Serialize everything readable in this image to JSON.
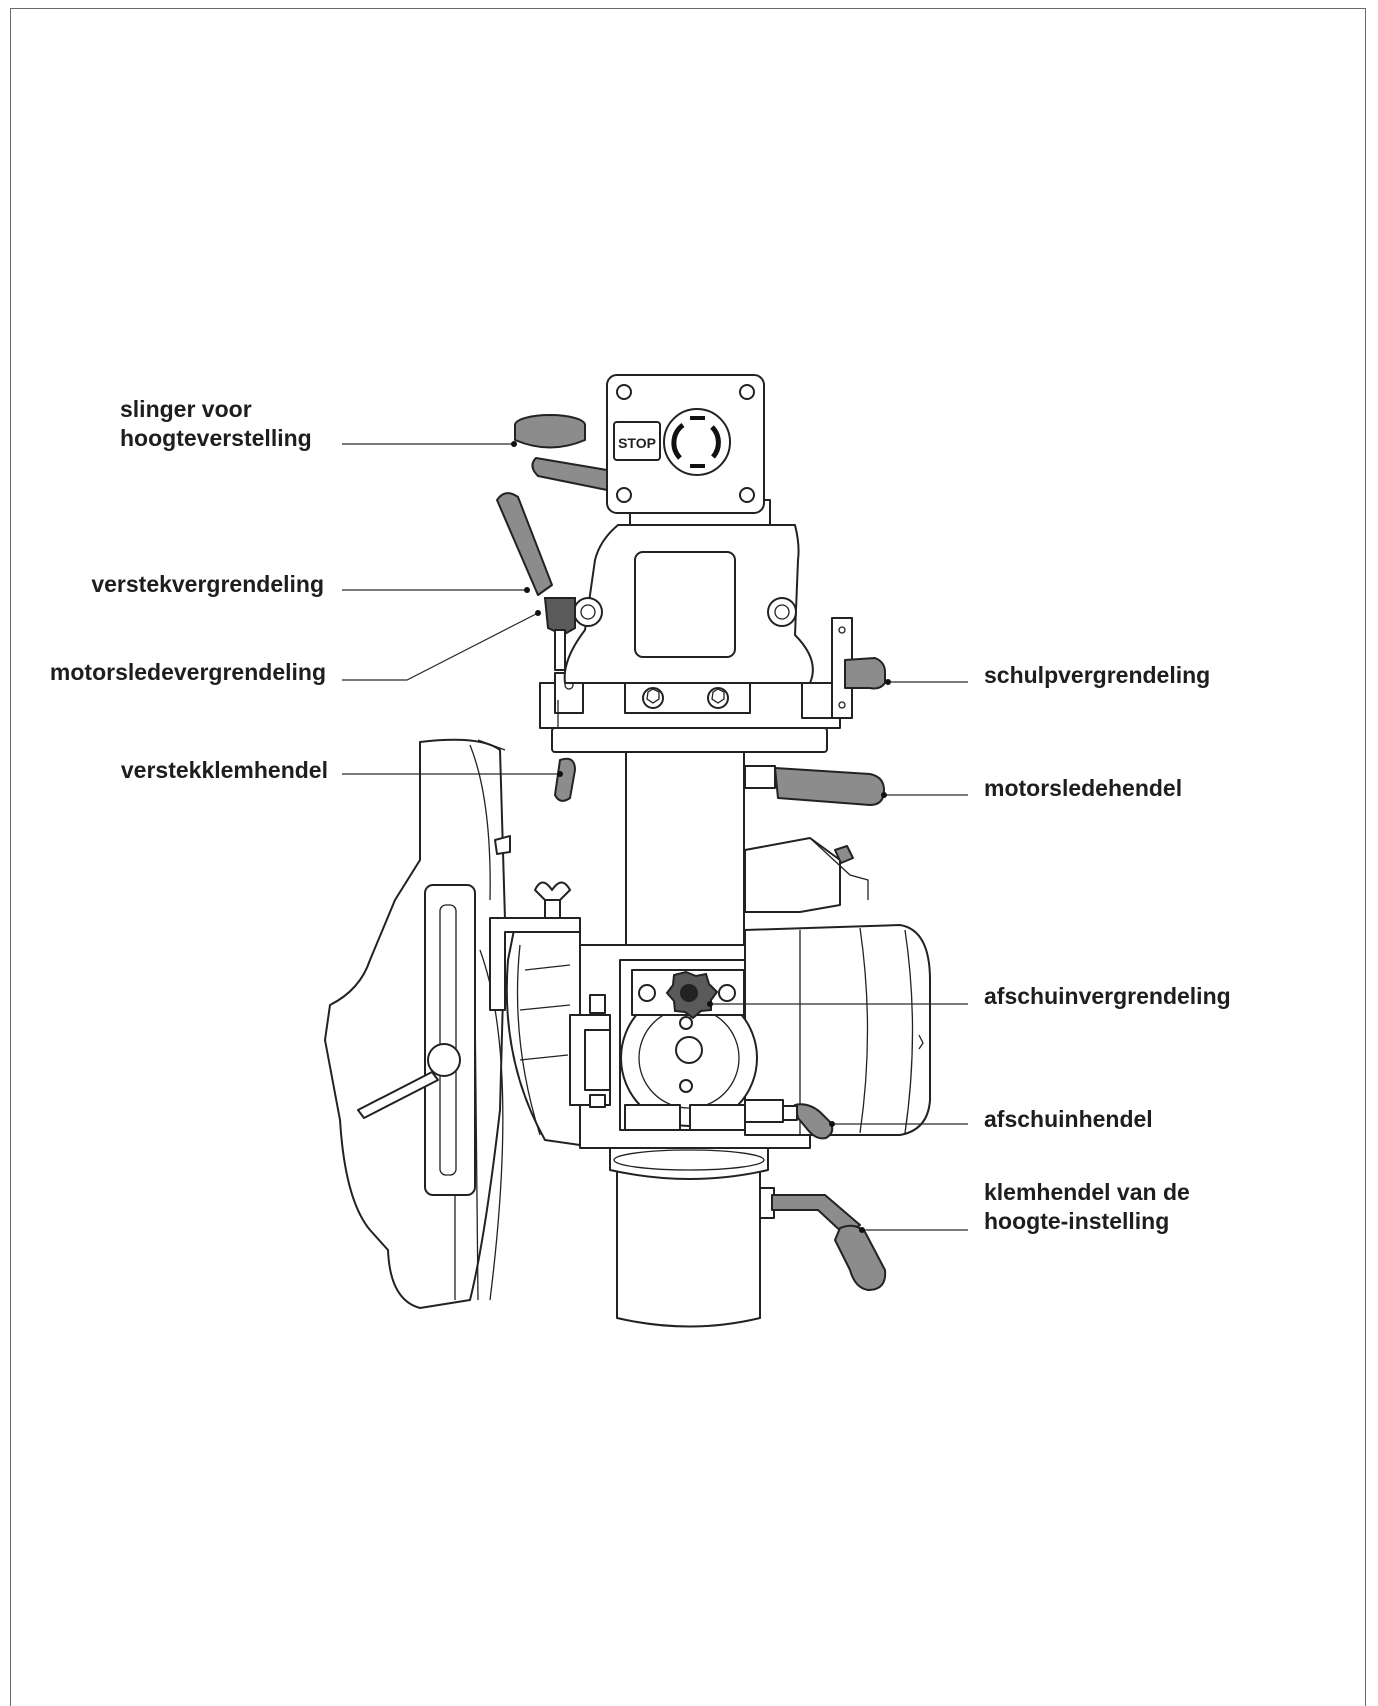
{
  "diagram": {
    "stop_button_text": "STOP",
    "labels": {
      "slinger": [
        "slinger voor",
        "hoogteverstelling"
      ],
      "verstekvergrendeling": "verstekvergrendeling",
      "motorsledevergrendeling": "motorsledevergrendeling",
      "verstekklemhendel": "verstekklemhendel",
      "schulpvergrendeling": "schulpvergrendeling",
      "motorsledehendel": "motorsledehendel",
      "afschuinvergrendeling": "afschuinvergrendeling",
      "afschuinhendel": "afschuinhendel",
      "klemhendel": [
        "klemhendel van de",
        "hoogte-instelling"
      ]
    }
  }
}
